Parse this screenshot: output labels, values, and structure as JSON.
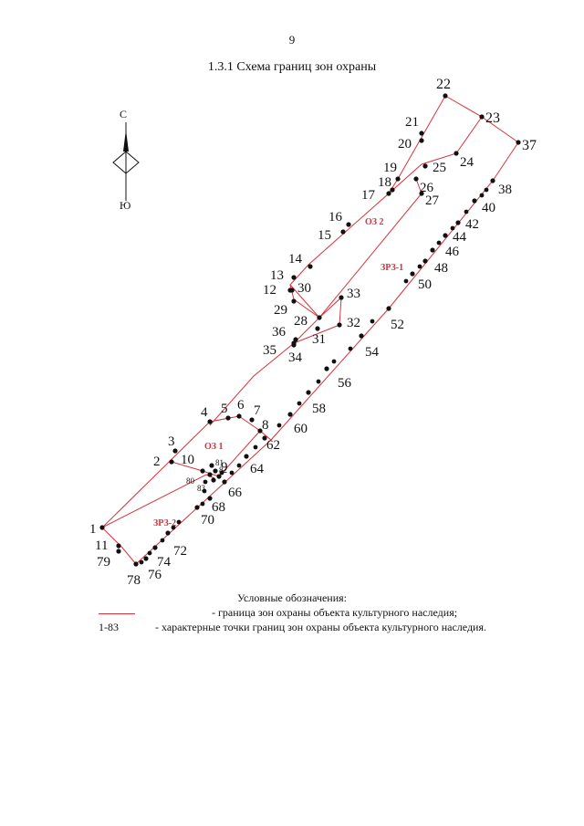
{
  "page": {
    "number": "9"
  },
  "title": "1.3.1 Схема границ зон охраны",
  "compass": {
    "north": "С",
    "south": "Ю"
  },
  "colors": {
    "boundary": "#d8323c",
    "point": "#111111"
  },
  "zones": [
    {
      "id": "oz2",
      "label": "ОЗ 2"
    },
    {
      "id": "zrz1",
      "label": "ЗРЗ-1"
    },
    {
      "id": "oz1",
      "label": "ОЗ 1"
    },
    {
      "id": "zrz2",
      "label": "ЗРЗ-2"
    }
  ],
  "points": [
    {
      "n": "1"
    },
    {
      "n": "2"
    },
    {
      "n": "3"
    },
    {
      "n": "4"
    },
    {
      "n": "5"
    },
    {
      "n": "6"
    },
    {
      "n": "7"
    },
    {
      "n": "8"
    },
    {
      "n": "9"
    },
    {
      "n": "10"
    },
    {
      "n": "11"
    },
    {
      "n": "12"
    },
    {
      "n": "13"
    },
    {
      "n": "14"
    },
    {
      "n": "15"
    },
    {
      "n": "16"
    },
    {
      "n": "17"
    },
    {
      "n": "18"
    },
    {
      "n": "19"
    },
    {
      "n": "20"
    },
    {
      "n": "21"
    },
    {
      "n": "22"
    },
    {
      "n": "23"
    },
    {
      "n": "24"
    },
    {
      "n": "25"
    },
    {
      "n": "26"
    },
    {
      "n": "27"
    },
    {
      "n": "28"
    },
    {
      "n": "29"
    },
    {
      "n": "30"
    },
    {
      "n": "31"
    },
    {
      "n": "32"
    },
    {
      "n": "33"
    },
    {
      "n": "34"
    },
    {
      "n": "35"
    },
    {
      "n": "36"
    },
    {
      "n": "37"
    },
    {
      "n": "38"
    },
    {
      "n": "40"
    },
    {
      "n": "42"
    },
    {
      "n": "44"
    },
    {
      "n": "46"
    },
    {
      "n": "48"
    },
    {
      "n": "50"
    },
    {
      "n": "52"
    },
    {
      "n": "54"
    },
    {
      "n": "56"
    },
    {
      "n": "58"
    },
    {
      "n": "60"
    },
    {
      "n": "62"
    },
    {
      "n": "64"
    },
    {
      "n": "66"
    },
    {
      "n": "68"
    },
    {
      "n": "70"
    },
    {
      "n": "72"
    },
    {
      "n": "74"
    },
    {
      "n": "76"
    },
    {
      "n": "78"
    },
    {
      "n": "79"
    },
    {
      "n": "80"
    },
    {
      "n": "81"
    },
    {
      "n": "82"
    },
    {
      "n": "83"
    }
  ],
  "legend": {
    "title": "Условные обозначения:",
    "rows": [
      {
        "symbol": "",
        "text": "- граница зон охраны объекта культурного наследия;"
      },
      {
        "symbol": "1-83",
        "text": "- характерные точки границ зон охраны объекта культурного наследия."
      }
    ]
  }
}
